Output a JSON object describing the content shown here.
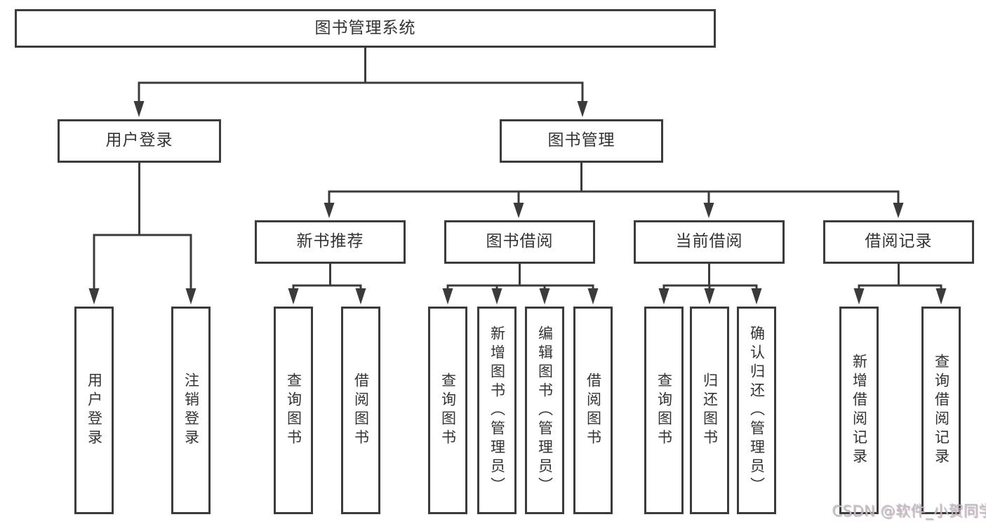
{
  "diagram": {
    "root": {
      "label": "图书管理系统"
    },
    "branches": [
      {
        "label": "用户登录",
        "children": [
          {
            "label": "用户登录"
          },
          {
            "label": "注销登录"
          }
        ]
      },
      {
        "label": "图书管理",
        "children": [
          {
            "label": "新书推荐",
            "children": [
              {
                "label": "查询图书"
              },
              {
                "label": "借阅图书"
              }
            ]
          },
          {
            "label": "图书借阅",
            "children": [
              {
                "label": "查询图书"
              },
              {
                "label": "新增图书（管理员）"
              },
              {
                "label": "编辑图书（管理员）"
              },
              {
                "label": "借阅图书"
              }
            ]
          },
          {
            "label": "当前借阅",
            "children": [
              {
                "label": "查询图书"
              },
              {
                "label": "归还图书"
              },
              {
                "label": "确认归还（管理员）"
              }
            ]
          },
          {
            "label": "借阅记录",
            "children": [
              {
                "label": "新增借阅记录"
              },
              {
                "label": "查询借阅记录"
              }
            ]
          }
        ]
      }
    ]
  },
  "watermark": {
    "text": "CSDN @软件_小贺同学"
  },
  "colors": {
    "line": "#3b3b3b",
    "box_border": "#3b3b3b",
    "box_fill": "#ffffff",
    "text": "#333333",
    "watermark": "#bdbdbf"
  }
}
